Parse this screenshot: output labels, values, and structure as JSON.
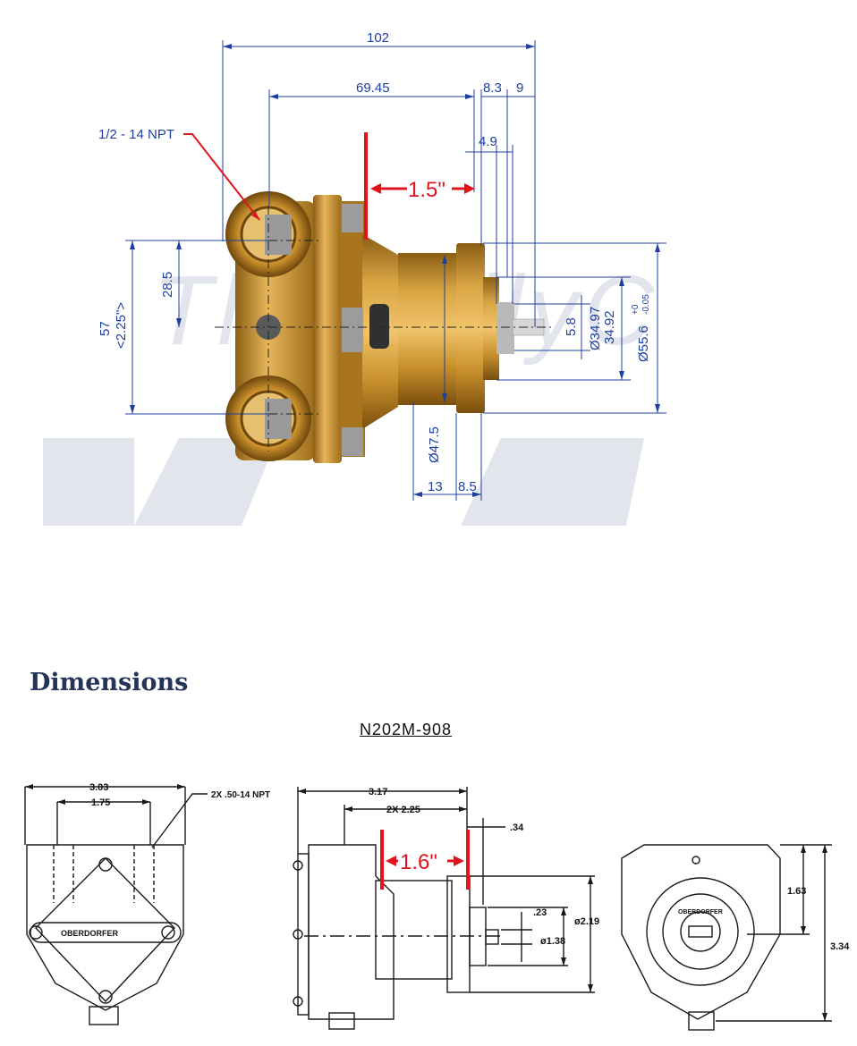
{
  "top_drawing": {
    "watermark": "TheDailyC",
    "port_label": "1/2 - 14 NPT",
    "dimensions": {
      "overall_length": "102",
      "to_flange": "69.45",
      "d_8_3": "8.3",
      "d_9": "9",
      "d_4_9": "4.9",
      "height": "57",
      "height_in": "<2.25\">",
      "port_spacing": "28.5",
      "shaft": "5.8",
      "pilot_dia_hi": "Ø34.97",
      "pilot_dia_lo": "34.92",
      "flange_dia": "Ø55.6",
      "flange_tol_plus": "+0",
      "flange_tol_minus": "-0.05",
      "body_dia": "Ø47.5",
      "d_13": "13",
      "d_8_5": "8.5"
    },
    "callout": "1.5\""
  },
  "section_title": "Dimensions",
  "bottom_drawing": {
    "part_number": "N202M-908",
    "front": {
      "width_overall": "3.03",
      "port_spacing": "1.75",
      "port_note": "2X .50-14 NPT",
      "brand": "OBERDORFER"
    },
    "side": {
      "length": "3.17",
      "to_flange": "2X 2.25",
      "d_34": ".34",
      "d_23": ".23",
      "dia_219": "ø2.19",
      "dia_138": "ø1.38",
      "callout": "1.6\""
    },
    "end": {
      "h_163": "1.63",
      "h_334": "3.34",
      "brand": "OBERDORFER"
    }
  },
  "colors": {
    "dim_blue": "#1e3fa0",
    "red": "#e0141e",
    "brass": "#c8952f",
    "watermark": "#e3e5ec",
    "heading": "#24335a"
  }
}
